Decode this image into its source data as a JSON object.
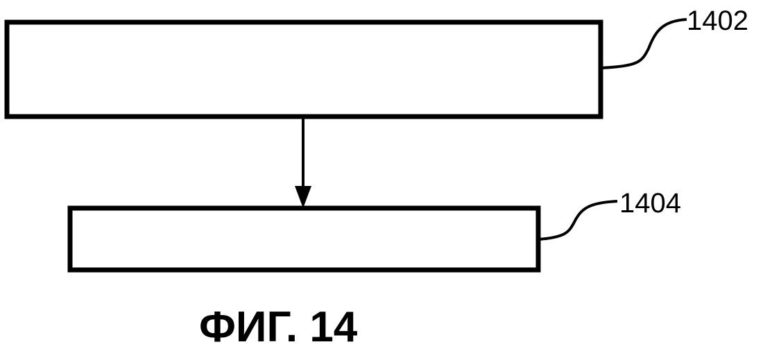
{
  "boxes": [
    {
      "ref": "1402"
    },
    {
      "ref": "1404"
    }
  ],
  "figure_label": "ФИГ. 14"
}
